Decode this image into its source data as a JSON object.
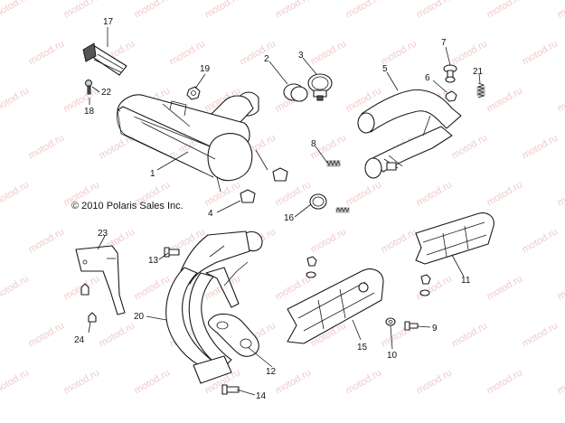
{
  "copyright": "© 2010 Polaris Sales Inc.",
  "watermark": "motod.ru",
  "callouts": [
    "1",
    "2",
    "3",
    "4",
    "5",
    "6",
    "7",
    "8",
    "9",
    "10",
    "11",
    "12",
    "13",
    "14",
    "15",
    "16",
    "17",
    "18",
    "19",
    "20",
    "21",
    "22",
    "23",
    "24"
  ]
}
